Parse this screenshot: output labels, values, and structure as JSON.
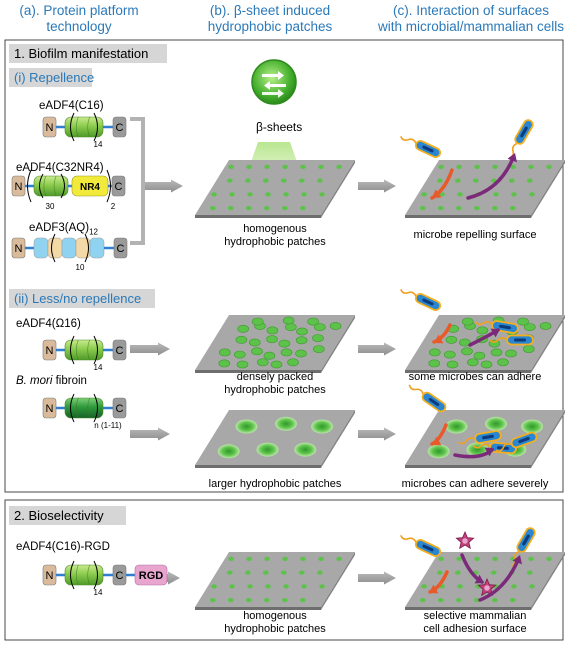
{
  "headers": {
    "a": [
      "(a). Protein platform",
      "technology"
    ],
    "b": [
      "(b). β-sheet induced",
      "hydrophobic patches"
    ],
    "c": [
      "(c). Interaction of surfaces",
      "with microbial/mammalian cells"
    ]
  },
  "section1": {
    "title": "1. Biofilm manifestation",
    "sub1": "(i) Repellence",
    "sub2": "(ii) Less/no repellence"
  },
  "section2": {
    "title": "2. Bioselectivity"
  },
  "beta_label": "β-sheets",
  "proteins": {
    "c16": {
      "name": "eADF4(C16)",
      "n": "N",
      "c": "C",
      "sub": "14"
    },
    "c32": {
      "name": "eADF4(C32NR4)",
      "n": "N",
      "c": "C",
      "module": "NR4",
      "sub1": "30",
      "sub2": "2"
    },
    "aq": {
      "name_main": "eADF3(AQ)",
      "name_sub": "12",
      "n": "N",
      "c": "C",
      "sub": "10"
    },
    "omega": {
      "name": "eADF4(Ω16)",
      "n": "N",
      "c": "C",
      "sub": "14"
    },
    "fibroin": {
      "name_it": "B. mori",
      "name_rest": " fibroin",
      "n": "N",
      "c": "C",
      "sub": "n (1-11)"
    },
    "rgd": {
      "name": "eADF4(C16)-RGD",
      "n": "N",
      "c": "C",
      "tag": "RGD",
      "sub": "14"
    }
  },
  "captions": {
    "homog1": [
      "homogenous",
      "hydrophobic patches"
    ],
    "repel": "microbe repelling surface",
    "dense": [
      "densely packed",
      "hydrophobic patches"
    ],
    "some": "some microbes can adhere",
    "larger": "larger hydrophobic patches",
    "severe": "microbes can adhere severely",
    "homog2": [
      "homogenous",
      "hydrophobic patches"
    ],
    "selective": [
      "selective mammalian",
      "cell adhesion surface"
    ]
  },
  "colors": {
    "header_blue": "#2b79b8",
    "patch_green": "#5cc24a",
    "plate_gray": "#a8a8a8",
    "arrow_gray": "#a3a3a3",
    "n_tan": "#d9bb9c",
    "c_gray": "#9a9a9a",
    "barrel_green": "#8ccc4e",
    "nr4_yellow": "#f2ea3a",
    "aq_blue": "#8fd3f0",
    "aq_tan": "#f2d9a6",
    "rgd_pink": "#e8a6cf",
    "repel_arrow": "#e85a2a",
    "purple_arrow": "#7b2a7a"
  },
  "icons": [
    "beta-sheet-cylinder-icon",
    "arrow-right-icon",
    "microbe-icon",
    "mammalian-cell-star-icon",
    "bracket-icon"
  ]
}
